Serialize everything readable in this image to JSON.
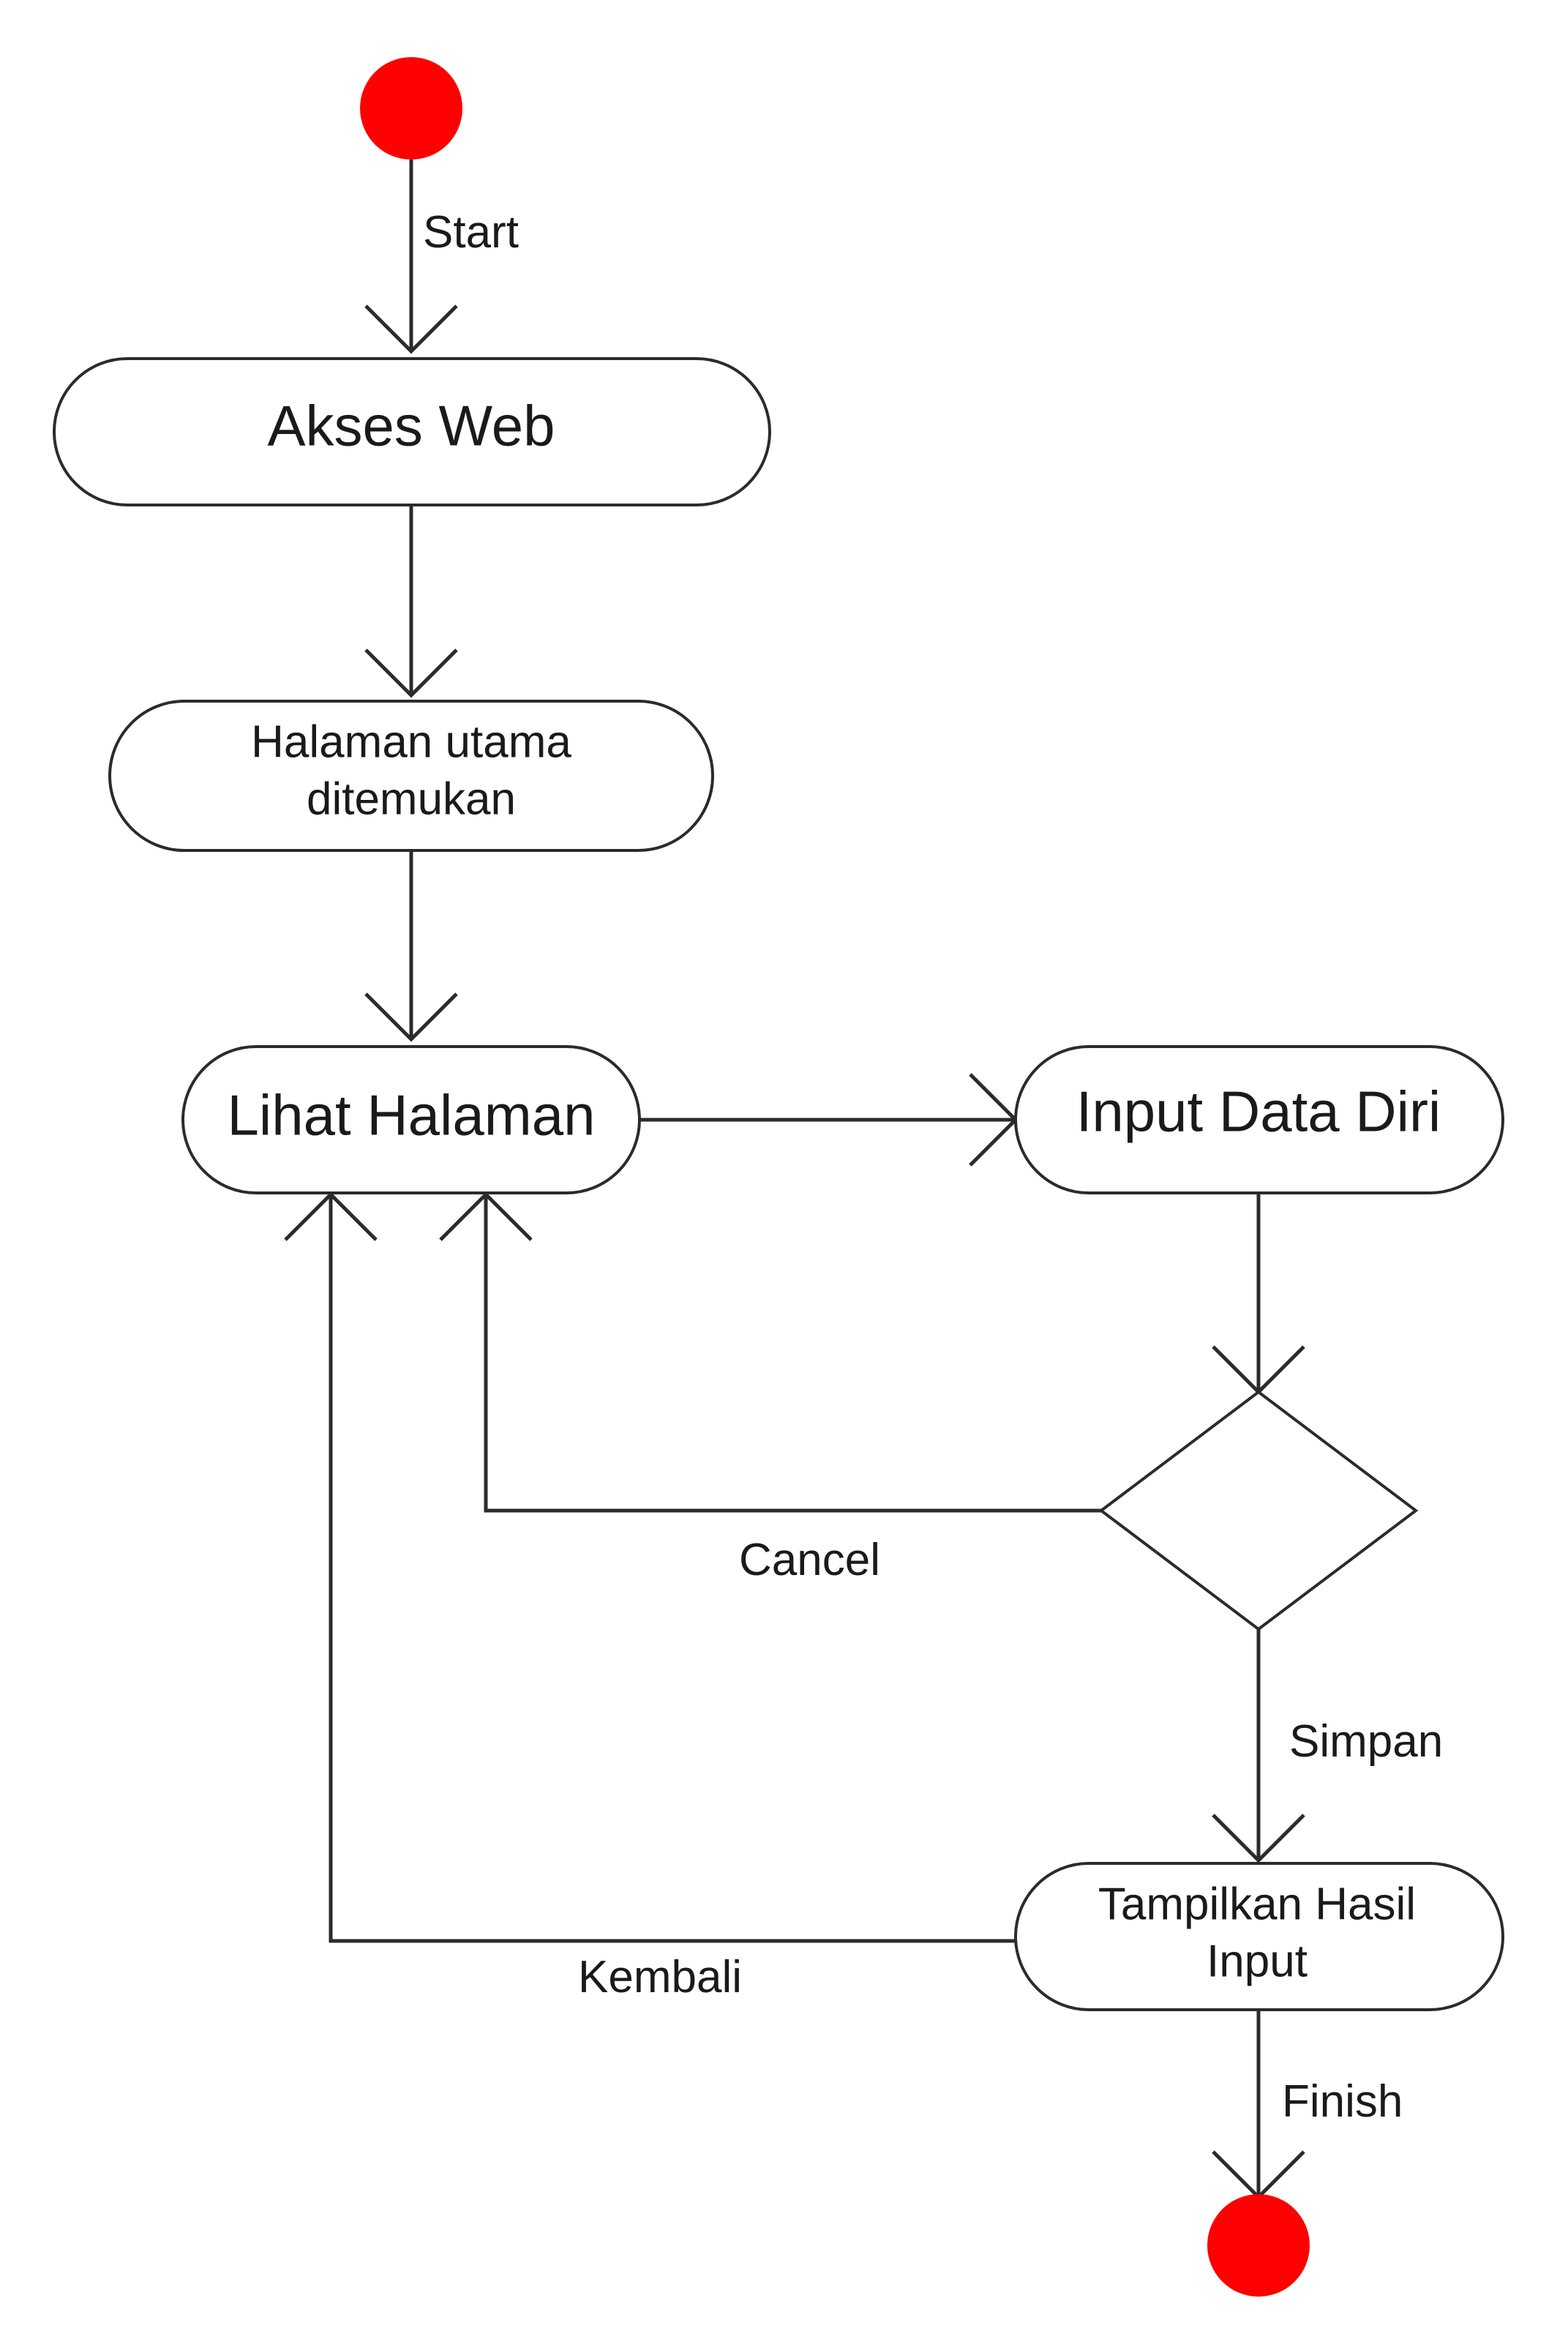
{
  "colors": {
    "start_end": "#ff0000",
    "stroke": "#2b2b2b",
    "text": "#1a1a1a",
    "background": "#ffffff"
  },
  "nodes": {
    "akses_web": "Akses Web",
    "halaman_utama": [
      "Halaman utama",
      "ditemukan"
    ],
    "lihat_halaman": "Lihat Halaman",
    "input_data_diri": "Input Data Diri",
    "tampilkan_hasil": [
      "Tampilkan Hasil",
      "Input"
    ]
  },
  "edges": {
    "start": "Start",
    "cancel": "Cancel",
    "simpan": "Simpan",
    "kembali": "Kembali",
    "finish": "Finish"
  }
}
